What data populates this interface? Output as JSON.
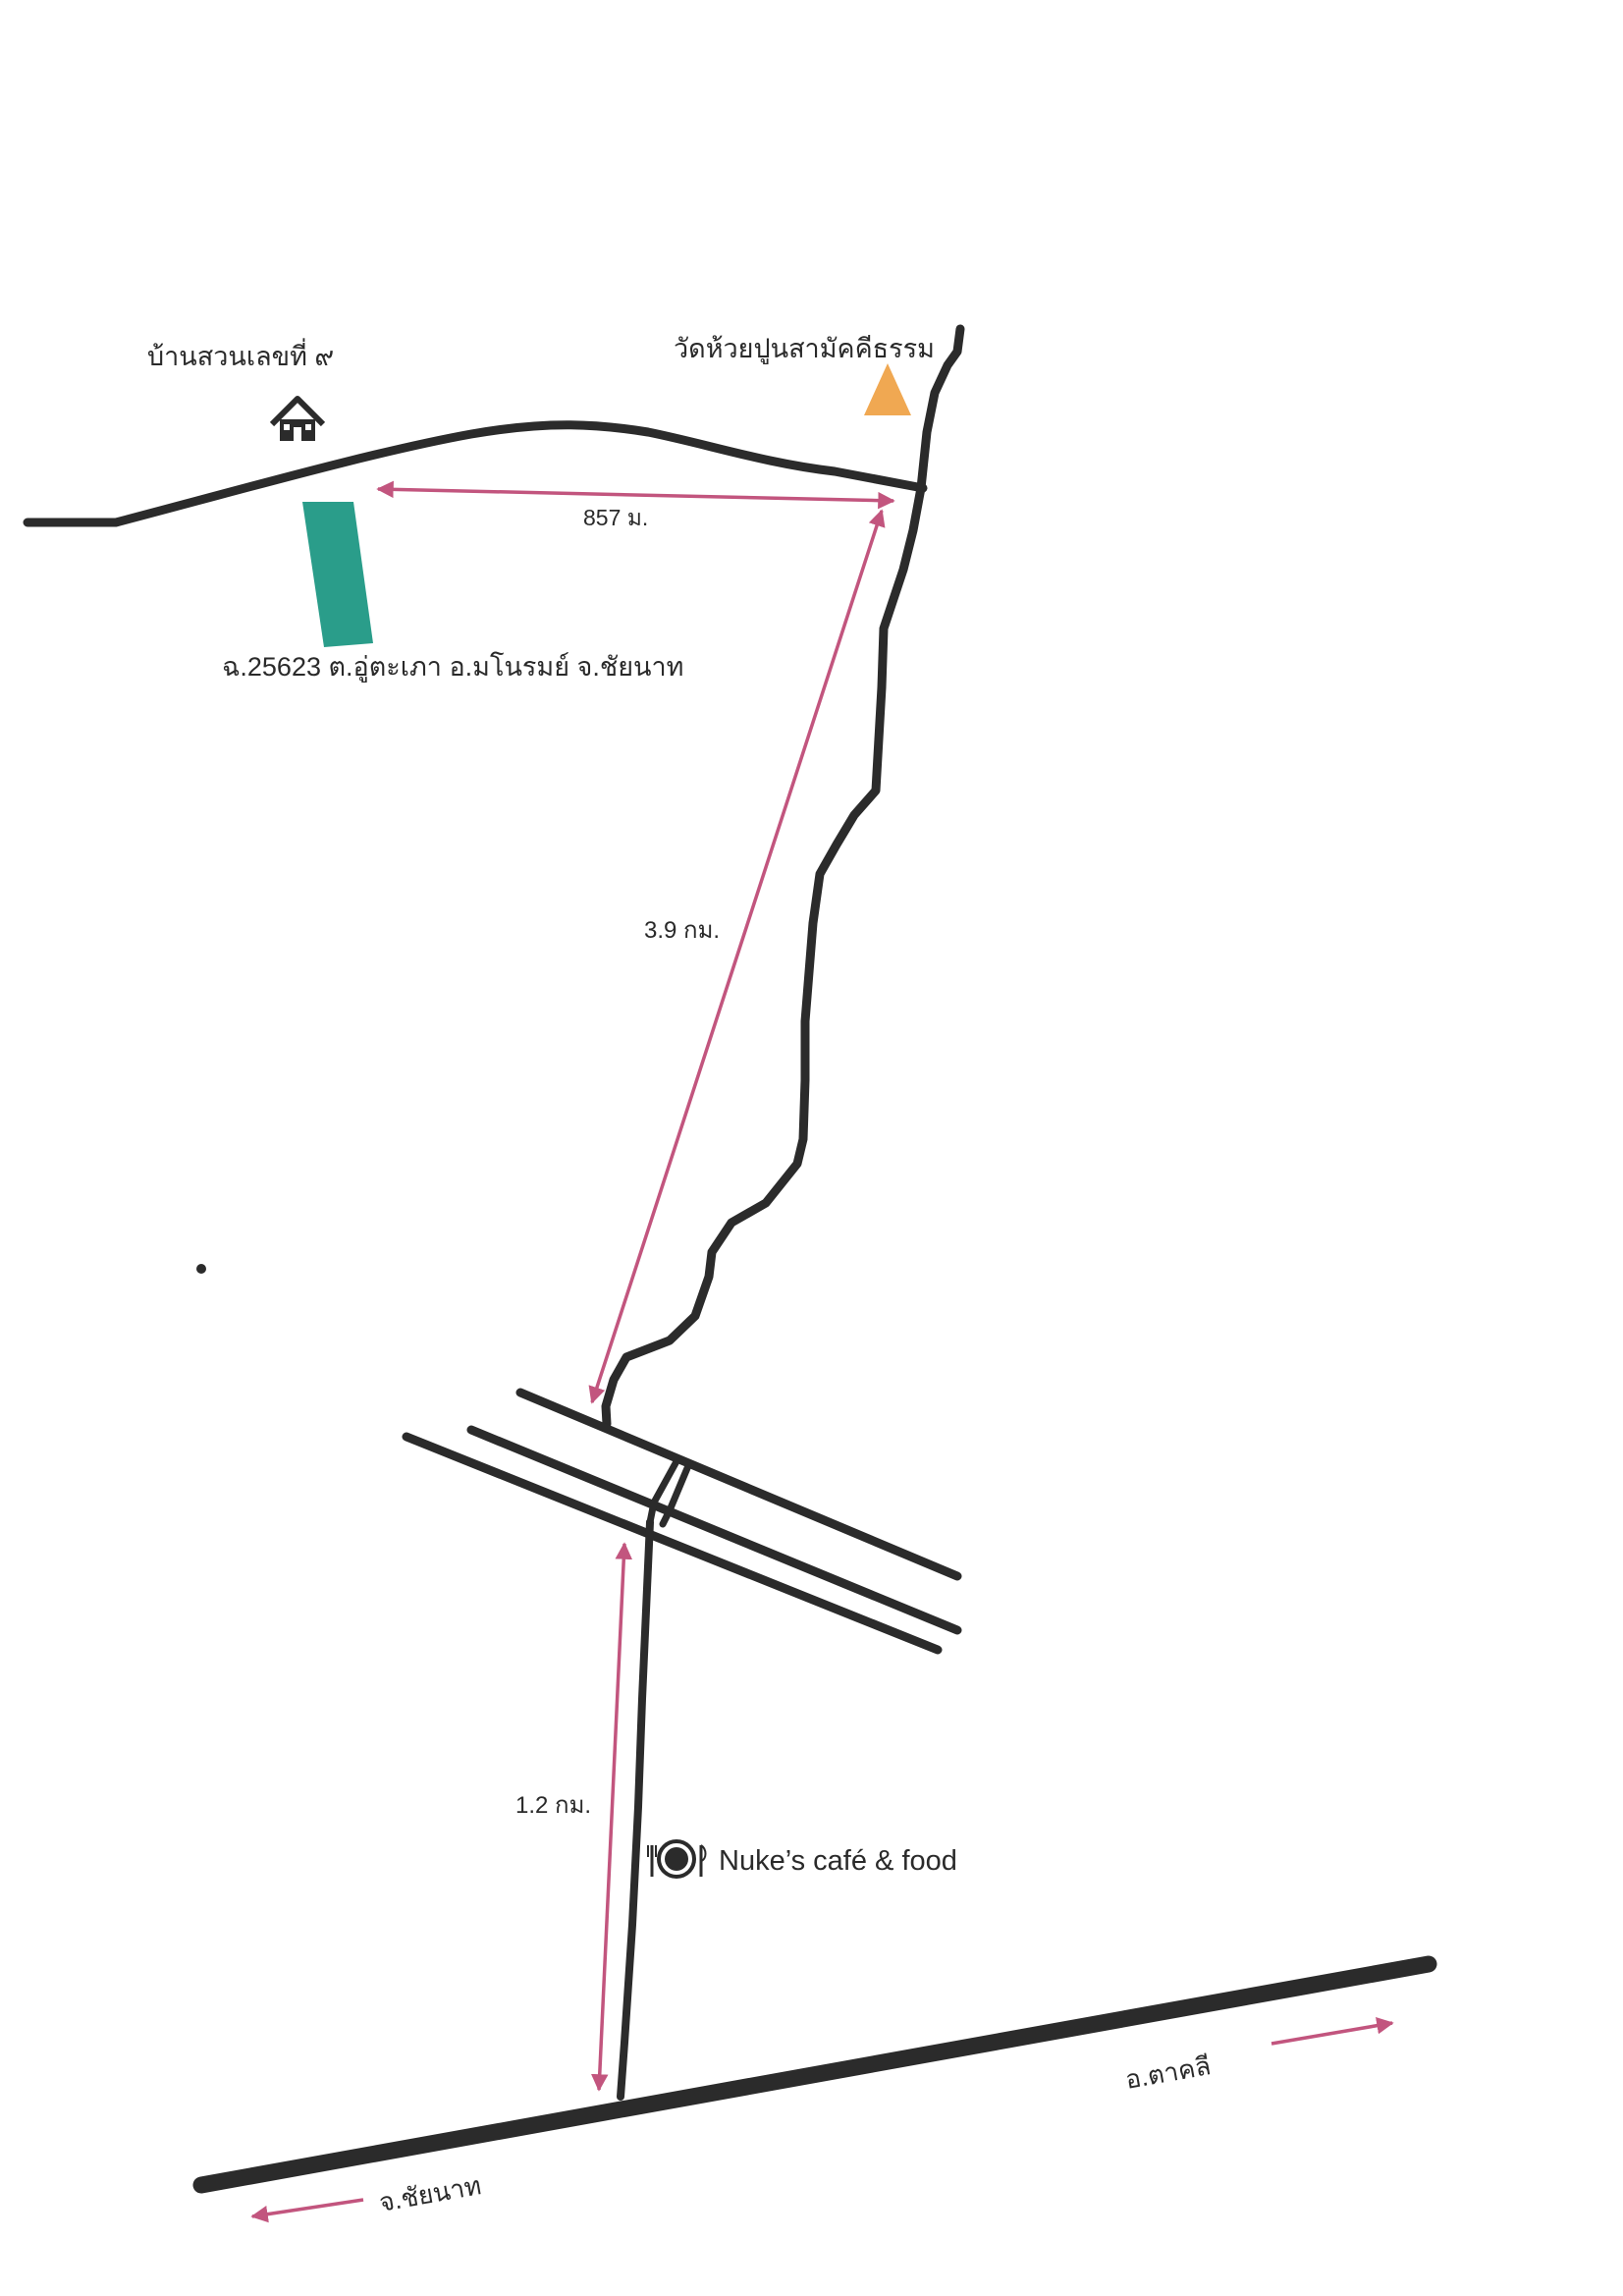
{
  "map": {
    "house_label": "บ้านสวนเลขที่ ๙",
    "temple_label": "วัดห้วยปูนสามัคคีธรรม",
    "plot_label": "ฉ.25623 ต.อู่ตะเภา อ.มโนรมย์ จ.ชัยนาท",
    "distance_top": "857 ม.",
    "distance_middle": "3.9 กม.",
    "distance_bottom": "1.2 กม.",
    "cafe_label": "Nuke’s café & food",
    "direction_right": "อ.ตาคลี",
    "direction_left": "จ.ชัยนาท"
  },
  "icons": {
    "house": "house-icon",
    "temple": "temple-triangle-icon",
    "cafe": "plate-fork-knife-icon"
  },
  "colors": {
    "road": "#2b2b2b",
    "distance_arrow": "#c2557e",
    "plot": "#2a9d8a",
    "temple": "#f0a852",
    "text": "#2a2a2a"
  }
}
